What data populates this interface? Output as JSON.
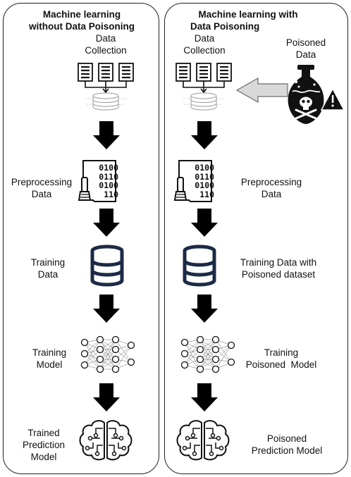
{
  "colors": {
    "accent_navy": "#1c2a46",
    "arrow_fill": "#d9d9d9",
    "arrow_stroke": "#6a6a6a"
  },
  "left": {
    "title_line1": "Machine learning",
    "title_line2": "without Data Poisoning",
    "step1_line1": "Data",
    "step1_line2": "Collection",
    "step2_line1": "Preprocessing",
    "step2_line2": "Data",
    "step3_line1": "Training",
    "step3_line2": "Data",
    "step4_line1": "Training",
    "step4_line2": "Model",
    "step5_line1": "Trained",
    "step5_line2": "Prediction",
    "step5_line3": "Model"
  },
  "right": {
    "title_line1": "Machine learning with",
    "title_line2": "Data Poisoning",
    "step1_line1": "Data",
    "step1_line2": "Collection",
    "poison_line1": "Poisoned",
    "poison_line2": "Data",
    "step2_line1": "Preprocessing",
    "step2_line2": "Data",
    "step3_line1": "Training Data with",
    "step3_line2": "Poisoned dataset",
    "step4_line1": "Training",
    "step4_line2": "Poisoned  Model",
    "step5_line1": "Poisoned",
    "step5_line2": "Prediction Model"
  },
  "binary_rows": [
    "0100",
    "0110",
    "0100",
    "110"
  ],
  "icons": [
    "documents-icon",
    "database-icon",
    "binary-brush-icon",
    "neural-network-icon",
    "brain-circuit-icon",
    "poison-flask-icon"
  ]
}
